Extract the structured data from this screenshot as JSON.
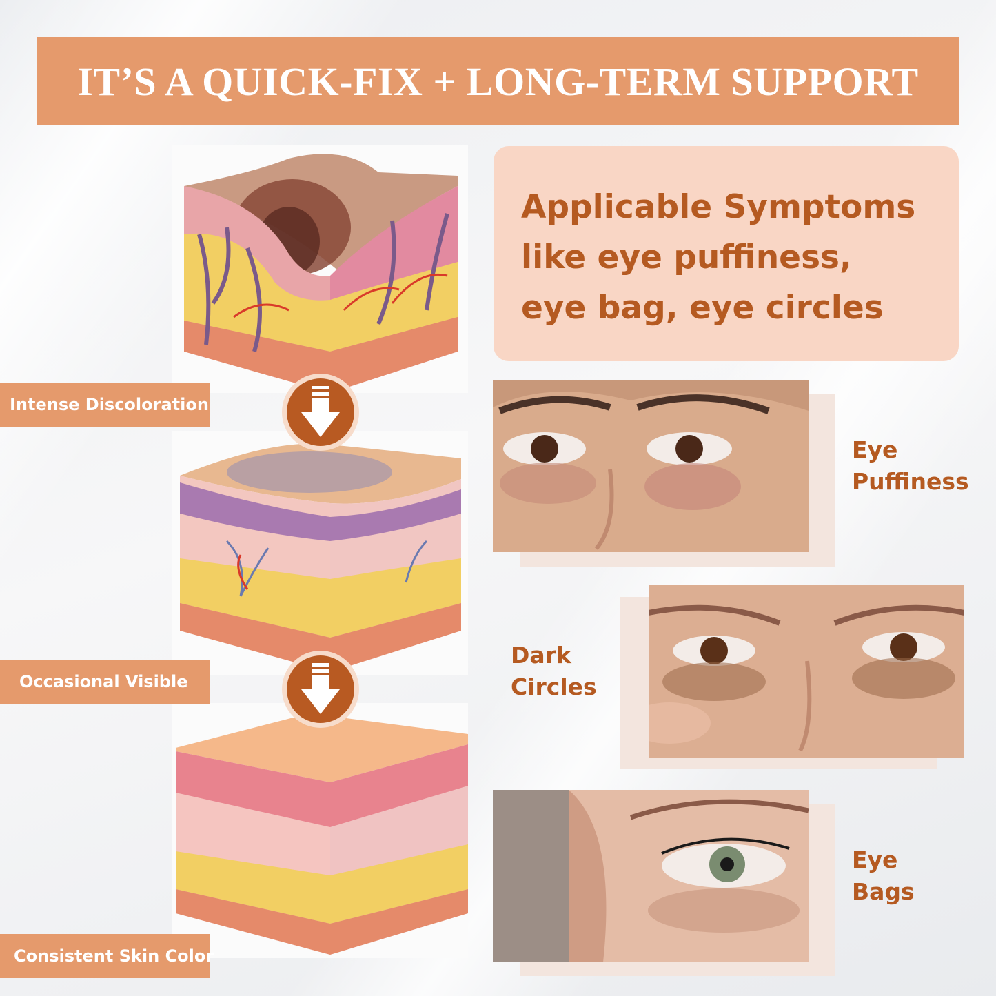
{
  "banner": {
    "title": "IT’S A QUICK-FIX + LONG-TERM SUPPORT"
  },
  "stages": [
    {
      "label": "Intense Discoloration"
    },
    {
      "label": "Occasional Visible"
    },
    {
      "label": "Consistent Skin Color"
    }
  ],
  "symptoms": {
    "lines": [
      "Applicable Symptoms",
      "like eye puffiness,",
      "eye bag, eye circles"
    ]
  },
  "eye_examples": [
    {
      "line1": "Eye",
      "line2": "Puffiness"
    },
    {
      "line1": "Dark",
      "line2": "Circles"
    },
    {
      "line1": "Eye",
      "line2": "Bags"
    }
  ],
  "colors": {
    "accent": "#e59a6c",
    "text_brown": "#b55a21",
    "card_bg": "#f9d6c5",
    "arrow": "#b85a22"
  }
}
